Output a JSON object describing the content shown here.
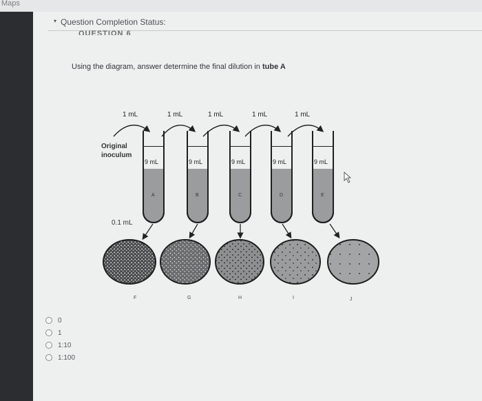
{
  "browser": {
    "tab_fragment": "Maps"
  },
  "status": {
    "caret": "▾",
    "label": "Question Completion Status:"
  },
  "question": {
    "cut_heading": "QUESTION 6",
    "prompt_prefix": "Using the diagram, answer determine the final dilution in ",
    "prompt_bold": "tube A"
  },
  "diagram": {
    "original_label_1": "Original",
    "original_label_2": "inoculum",
    "small_volume": "0.1 mL",
    "transfers": [
      "1 mL",
      "1 mL",
      "1 mL",
      "1 mL",
      "1 mL"
    ],
    "tubes": [
      {
        "volume": "9 mL",
        "letter": "A"
      },
      {
        "volume": "9 mL",
        "letter": "B"
      },
      {
        "volume": "9 mL",
        "letter": "C"
      },
      {
        "volume": "9 mL",
        "letter": "D"
      },
      {
        "volume": "9 mL",
        "letter": "E"
      }
    ],
    "plates": [
      "F",
      "G",
      "H",
      "I",
      "J"
    ]
  },
  "options": [
    {
      "label": "0"
    },
    {
      "label": "1"
    },
    {
      "label": "1:10"
    },
    {
      "label": "1:100"
    }
  ]
}
